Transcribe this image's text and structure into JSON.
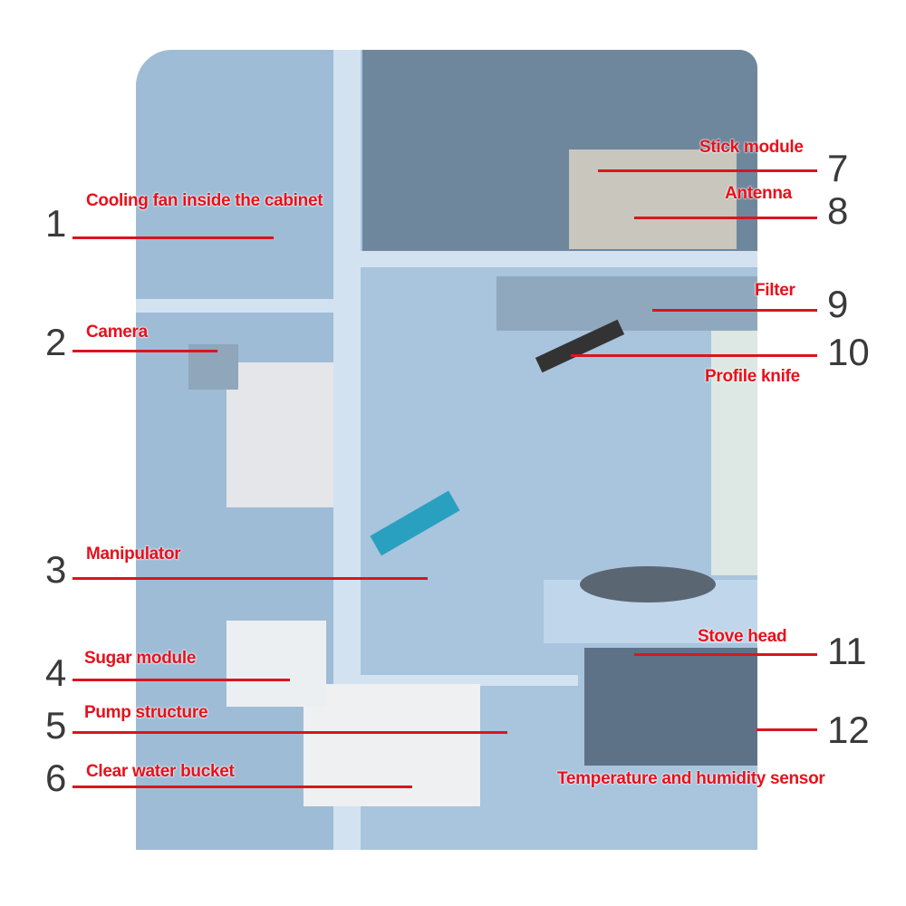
{
  "callouts": [
    {
      "number": "1",
      "label": "Cooling fan inside the cabinet"
    },
    {
      "number": "2",
      "label": "Camera"
    },
    {
      "number": "3",
      "label": "Manipulator"
    },
    {
      "number": "4",
      "label": "Sugar module"
    },
    {
      "number": "5",
      "label": "Pump structure"
    },
    {
      "number": "6",
      "label": "Clear water bucket"
    },
    {
      "number": "7",
      "label": "Stick module"
    },
    {
      "number": "8",
      "label": "Antenna"
    },
    {
      "number": "9",
      "label": "Filter"
    },
    {
      "number": "10",
      "label": "Profile knife"
    },
    {
      "number": "11",
      "label": "Stove head"
    },
    {
      "number": "12",
      "label": "Temperature and humidity sensor"
    }
  ],
  "colors": {
    "callout": "#d8161e",
    "cabinet": "#a9c4dd"
  }
}
